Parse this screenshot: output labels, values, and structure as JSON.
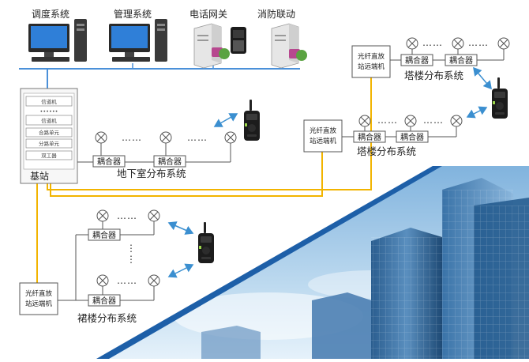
{
  "top_systems": {
    "dispatch": "调度系统",
    "management": "管理系统",
    "phone_gateway": "电话网关",
    "fire": "消防联动"
  },
  "base_station": {
    "label": "基站",
    "modules": [
      "信道机",
      "••••••",
      "信道机",
      "合路单元",
      "分路单元",
      "双工器"
    ]
  },
  "repeater_label_line1": "光纤直放",
  "repeater_label_line2": "站远端机",
  "coupler_label": "耦合器",
  "dots": "……",
  "dots_vertical": "⋮",
  "systems": {
    "basement": "地下室分布系统",
    "tower_a": "塔楼分布系统",
    "tower_b": "塔楼分布系统",
    "podium": "裙楼分布系统"
  },
  "colors": {
    "fiber": "#f2b400",
    "backbone": "#4a90d9",
    "wire": "#555555",
    "arrow": "#3b8fd0"
  }
}
